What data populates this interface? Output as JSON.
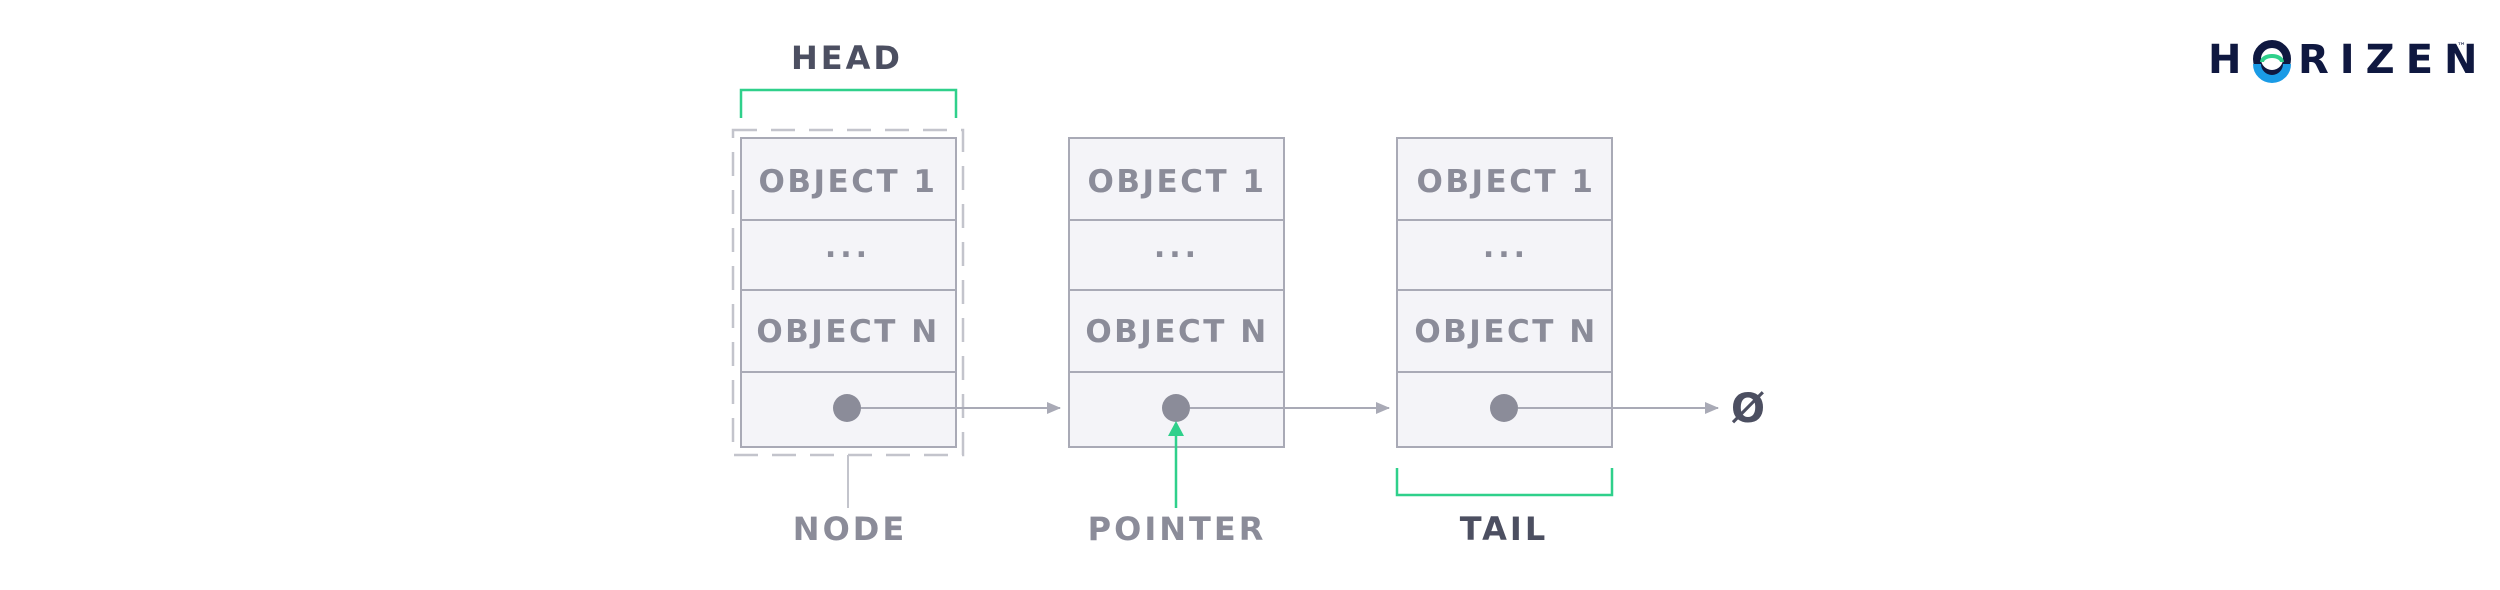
{
  "labels": {
    "head": "HEAD",
    "node": "NODE",
    "pointer": "POINTER",
    "tail": "TAIL"
  },
  "nodes": [
    {
      "object_first": "OBJECT 1",
      "ellipsis": "...",
      "object_last": "OBJECT N"
    },
    {
      "object_first": "OBJECT 1",
      "ellipsis": "...",
      "object_last": "OBJECT N"
    },
    {
      "object_first": "OBJECT 1",
      "ellipsis": "...",
      "object_last": "OBJECT N"
    }
  ],
  "null_symbol": "Ø",
  "logo": {
    "text_before": "H",
    "text_after": "RIZEN",
    "trademark": "™"
  },
  "colors": {
    "accent_green": "#2fd08b",
    "node_fill": "#f4f4f8",
    "node_border": "#a9aab6",
    "dot": "#8b8c99",
    "arrow": "#a9aab6",
    "text_gray": "#8b8c99",
    "text_dark": "#4c4f61",
    "logo_navy": "#0f1840",
    "logo_teal": "#1a9be6"
  }
}
